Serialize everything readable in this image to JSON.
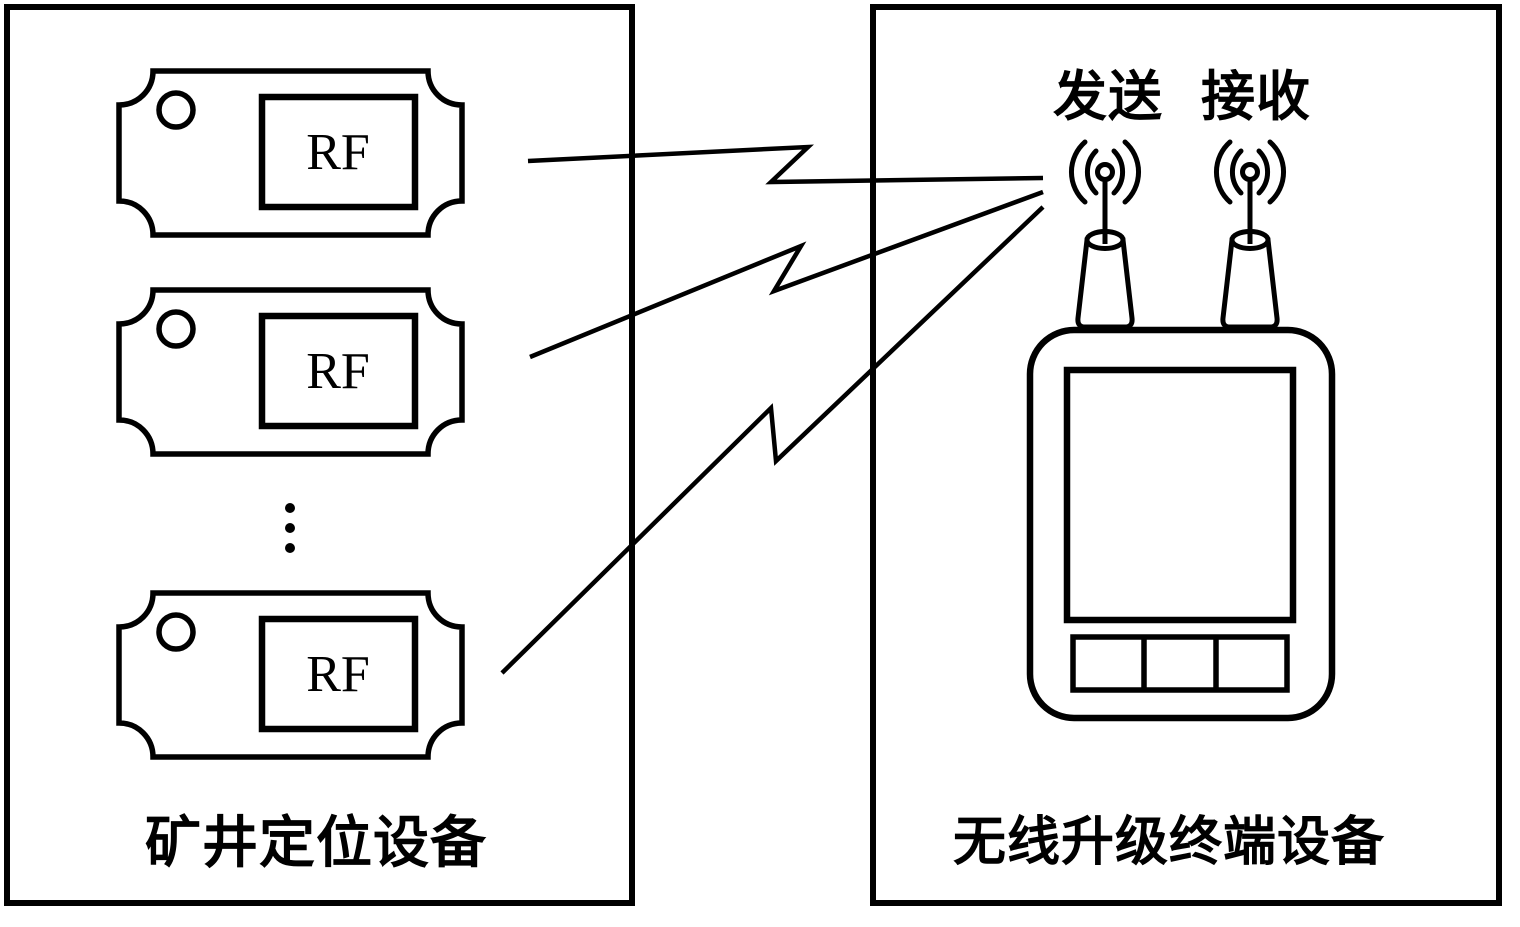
{
  "figure": {
    "colors": {
      "ink": "#000000",
      "background": "#ffffff"
    },
    "left_panel": {
      "caption": "矿井定位设备",
      "tags": [
        {
          "chip_label": "RF"
        },
        {
          "chip_label": "RF"
        },
        {
          "chip_label": "RF"
        }
      ]
    },
    "right_panel": {
      "caption": "无线升级终端设备",
      "tx_label": "发送",
      "rx_label": "接收"
    }
  }
}
